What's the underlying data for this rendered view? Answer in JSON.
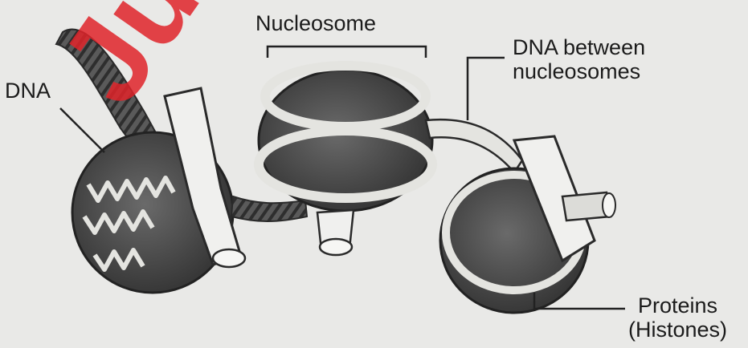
{
  "labels": {
    "dna": "DNA",
    "nucleosome": "Nucleosome",
    "dna_between_line1": "DNA between",
    "dna_between_line2": "nucleosomes",
    "proteins_line1": "Proteins",
    "proteins_line2": "(Histones)"
  },
  "watermark": "Justest",
  "colors": {
    "background": "#e9e9e7",
    "histone_dark": "#4a4a4a",
    "dna_strand": "#d8d8d4",
    "watermark": "#e0242a"
  }
}
